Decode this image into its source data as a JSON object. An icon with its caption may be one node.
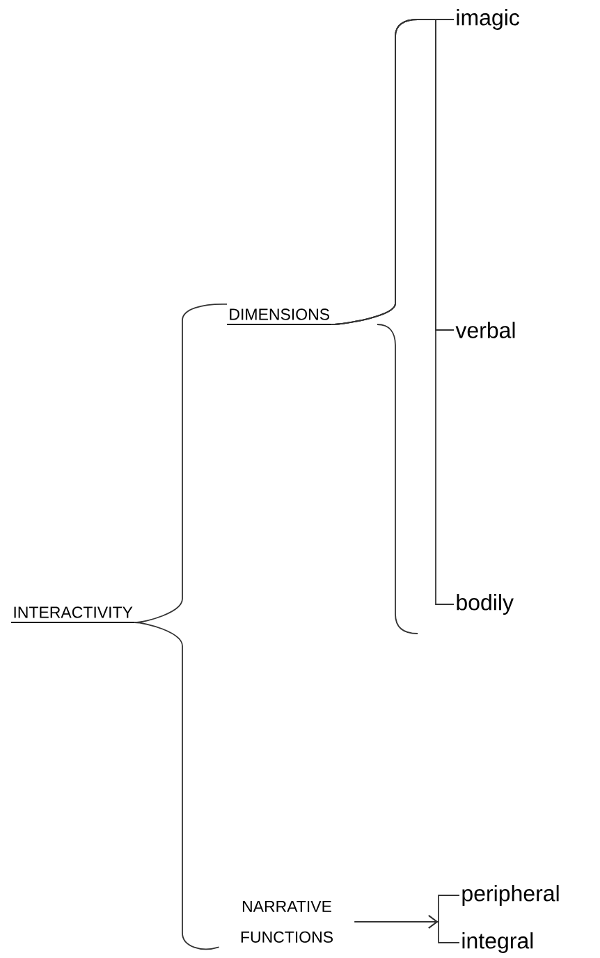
{
  "diagram": {
    "nodes": [
      {
        "text": [
          "INTERACTIVITY"
        ]
      },
      {
        "text": [
          "DIMENSIONS"
        ]
      },
      {
        "text": [
          "imagic"
        ]
      },
      {
        "text": [
          "verbal"
        ]
      },
      {
        "text": [
          "bodily"
        ]
      },
      {
        "text": [
          "NARRATIVE FUNCTIONS"
        ]
      },
      {
        "text": [
          "peripheral"
        ]
      },
      {
        "text": [
          "integral"
        ]
      }
    ],
    "edges": [
      {
        "from": 0,
        "to": 1,
        "arrow": "none"
      },
      {
        "from": 0,
        "to": 5,
        "arrow": "none"
      },
      {
        "from": 1,
        "to": 2,
        "arrow": "none"
      },
      {
        "from": 1,
        "to": 3,
        "arrow": "none"
      },
      {
        "from": 1,
        "to": 4,
        "arrow": "none"
      },
      {
        "from": 5,
        "to": 6,
        "arrow": "to"
      },
      {
        "from": 5,
        "to": 7,
        "arrow": "to"
      }
    ]
  }
}
